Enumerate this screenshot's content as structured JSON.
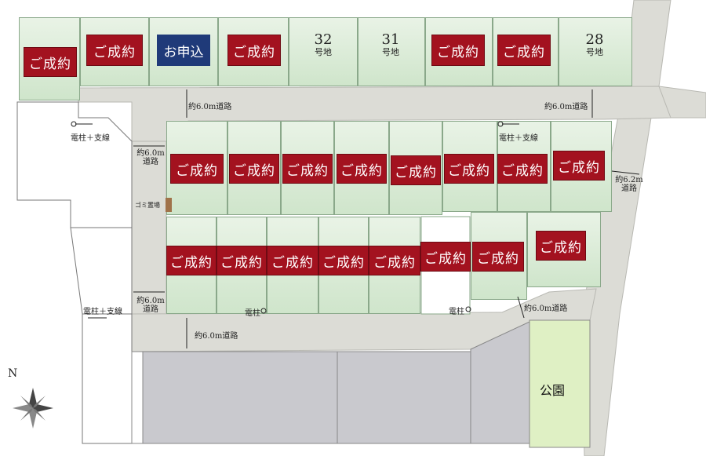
{
  "labels": {
    "sold": "ご成約",
    "applied": "お申込",
    "lot_suffix": "号地",
    "lot_32": "32",
    "lot_31": "31",
    "lot_28": "28",
    "road_6_0": "約6.0m道路",
    "road_6_0_a": "約6.0m",
    "road_6_0_b": "道路",
    "road_6_2_a": "約6.2m",
    "road_6_2_b": "道路",
    "pole_stay": "電柱＋支線",
    "pole": "電柱",
    "garbage": "ゴミ置場",
    "park": "公園",
    "north": "N"
  },
  "colors": {
    "lot_fill": "#d6e9d2",
    "sold_badge": "#a3121f",
    "applied_badge": "#1f3a79",
    "road": "#dcdcd6",
    "parking": "#c9c9ce",
    "park": "#dff0c4"
  }
}
